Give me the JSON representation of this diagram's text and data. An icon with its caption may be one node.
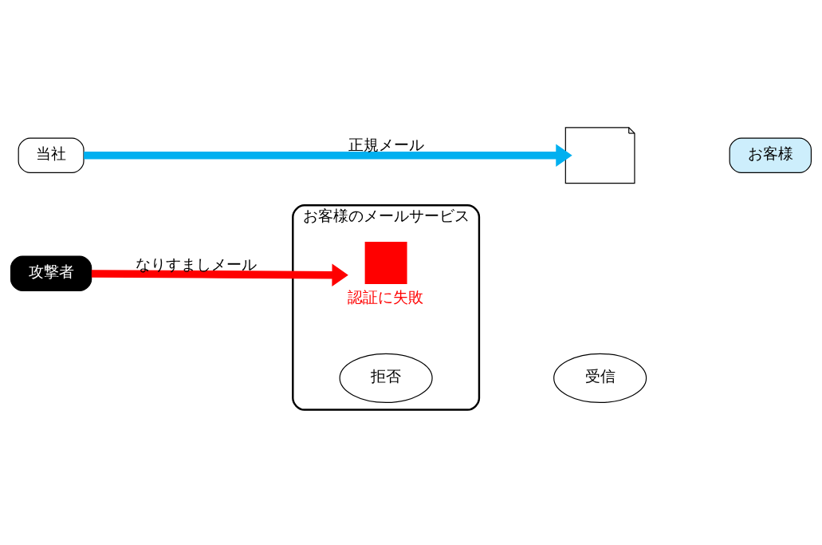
{
  "diagram": {
    "nodes": [
      {
        "text": [
          "当社"
        ]
      },
      {
        "text": [
          "攻撃者"
        ]
      },
      {
        "text": [
          "お客様のメールサービス"
        ]
      },
      {
        "text": [],
        "shape": "cross",
        "in": 2,
        "beside": [
          "認証に失敗"
        ]
      },
      {
        "text": [
          "拒否"
        ],
        "in": 2
      },
      {
        "text": [],
        "shape": "envelope"
      },
      {
        "text": [
          "受信"
        ]
      },
      {
        "text": [
          "お客様"
        ]
      }
    ],
    "edges": [
      {
        "from": 0,
        "to": 5,
        "arrow": "to",
        "label": "正規メール",
        "color": "#00b0f0"
      },
      {
        "from": 1,
        "to": 3,
        "arrow": "to",
        "label": "なりすましメール",
        "color": "#ff0000"
      }
    ]
  }
}
